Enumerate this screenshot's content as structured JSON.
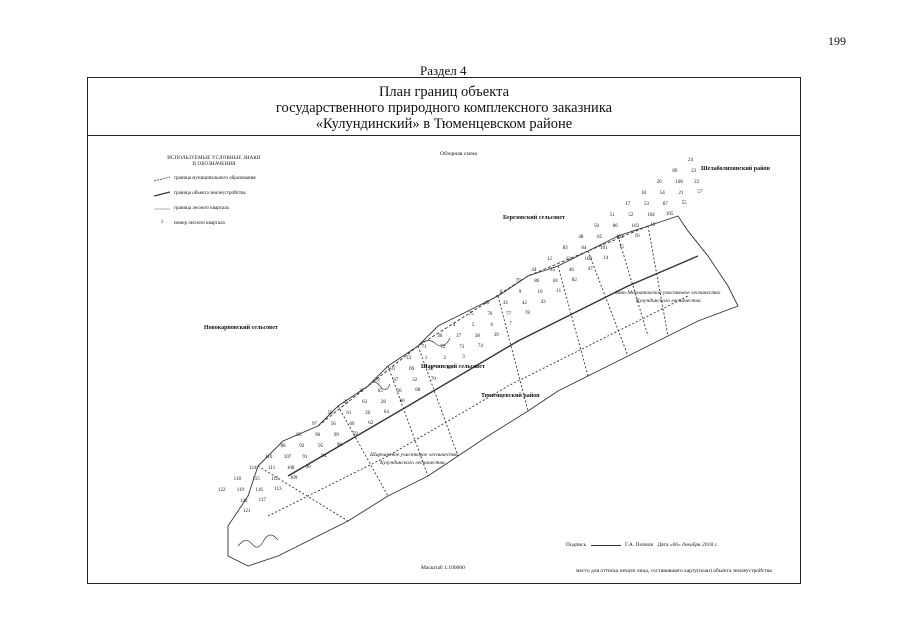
{
  "page_number": "199",
  "section_label": "Раздел 4",
  "title": {
    "line1": "План границ объекта",
    "line2": "государственного природного комплексного заказника",
    "line3": "«Кулундинский» в Тюменцевском районе"
  },
  "overview_label": "Обзорная схема",
  "legend": {
    "title_line1": "ИСПОЛЬЗУЕМЫЕ УСЛОВНЫЕ ЗНАКИ",
    "title_line2": "И ОБОЗНАЧЕНИЯ",
    "items": [
      {
        "label": "граница муниципального образования"
      },
      {
        "label": "граница объекта землеустройства"
      },
      {
        "label": "граница лесного квартала"
      },
      {
        "symbol": "1",
        "label": "номер лесного квартала"
      }
    ]
  },
  "map_labels": {
    "shelabolikha": "Шелаболихинский район",
    "berezovsky": "Березовский сельсовет",
    "novokarpovsky": "Новокарповский сельсовет",
    "sharchinsky": "Шарчинский сельсовет",
    "tyumentsevsky": "Тюменцевский район",
    "zav_forestry_line1": "Заво-Мохнатовское участковое лесничество",
    "zav_forestry_line2": "Кулундинского лесничества",
    "shar_forestry_line1": "Шарчинское участковое лесничество",
    "shar_forestry_line2": "Кулундинского лесничества"
  },
  "quarter_numbers": [
    "24",
    "23",
    "22",
    "57",
    "89",
    "106",
    "21",
    "55",
    "20",
    "54",
    "87",
    "105",
    "18",
    "53",
    "104",
    "19",
    "17",
    "52",
    "103",
    "16",
    "51",
    "86",
    "102",
    "15",
    "50",
    "85",
    "101",
    "14",
    "48",
    "84",
    "100",
    "47",
    "83",
    "13",
    "46",
    "82",
    "12",
    "45",
    "81",
    "11",
    "44",
    "80",
    "10",
    "43",
    "79",
    "9",
    "42",
    "78",
    "8",
    "41",
    "77",
    "7",
    "40",
    "76",
    "6",
    "39",
    "75",
    "5",
    "38",
    "74",
    "4",
    "37",
    "73",
    "3",
    "36",
    "72",
    "2",
    "35",
    "71",
    "1",
    "34",
    "70",
    "33",
    "69",
    "32",
    "68",
    "31",
    "67",
    "30",
    "66",
    "29",
    "65",
    "28",
    "64",
    "27",
    "63",
    "26",
    "62",
    "25",
    "61",
    "60",
    "59",
    "58",
    "56",
    "99",
    "98",
    "97",
    "96",
    "95",
    "94",
    "93",
    "92",
    "91",
    "90",
    "88",
    "107",
    "108",
    "109",
    "110",
    "111",
    "112",
    "113",
    "114",
    "115",
    "116",
    "117",
    "118",
    "119",
    "120",
    "121",
    "122"
  ],
  "scale": "Масштаб 1:100000",
  "signature": {
    "sign_label": "Подпись",
    "name": "Г.А. Попков",
    "date_label": "Дата",
    "date_value": "«06» декабря 2018 г.",
    "note": "место для оттиска печати лица, составившего карту(план) объекта землеустройства"
  }
}
